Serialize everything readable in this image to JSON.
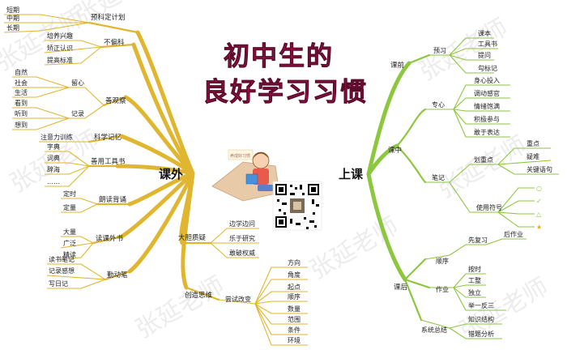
{
  "title": {
    "line1": "初中生的",
    "line2": "良好学习习惯"
  },
  "watermark": "张延老师",
  "illustration_caption": "养成好习惯",
  "left": {
    "center_label": "课外",
    "plan": {
      "label": "预科定计划",
      "items": [
        "短期",
        "中期",
        "长期"
      ]
    },
    "nopartial": {
      "label": "不偏科",
      "items": [
        "培养兴趣",
        "矫正认识",
        "提高标准"
      ]
    },
    "observe": {
      "label": "善观察",
      "sub1": {
        "label": "留心",
        "items": [
          "自然",
          "社会",
          "生活"
        ]
      },
      "sub2": {
        "label": "记录",
        "items": [
          "看到",
          "听到",
          "想到"
        ]
      }
    },
    "scimemory": {
      "label": "科学记忆",
      "items": [
        "注意力训练"
      ]
    },
    "tools": {
      "label": "善用工具书",
      "items": [
        "字典",
        "词典",
        "辞海",
        "……"
      ]
    },
    "recite": {
      "label": "朗读背诵",
      "items": [
        "定时",
        "定量"
      ]
    },
    "reading": {
      "label": "读课外书",
      "items": [
        "大量",
        "广泛",
        "精读"
      ]
    },
    "hands": {
      "label": "勤动笔",
      "items": [
        "读书笔记",
        "记录感想",
        "写日记"
      ]
    },
    "question": {
      "label": "大胆质疑",
      "items": [
        "边学边问",
        "乐于研究",
        "敢破权威"
      ]
    },
    "creative": {
      "label": "创造思维",
      "sub": {
        "label": "尝试改变",
        "items": [
          "方向",
          "角度",
          "起点",
          "顺序",
          "数量",
          "范围",
          "条件",
          "环境"
        ]
      }
    }
  },
  "right": {
    "center_label": "上课",
    "before": {
      "label": "课前",
      "sub": {
        "label": "预习",
        "items": [
          "课本",
          "工具书",
          "提问",
          "勾标记"
        ]
      }
    },
    "during": {
      "label": "课中",
      "focus": {
        "label": "专心",
        "items": [
          "身心投入",
          "调动感官",
          "情绪饱满",
          "积极参与",
          "敢于表达"
        ]
      },
      "notes": {
        "label": "笔记",
        "sub1": {
          "label": "划重点",
          "items": [
            "重点",
            "疑难",
            "关键语句"
          ]
        },
        "sub2": {
          "label": "使用符号",
          "items": [
            "○",
            "✓",
            "△",
            "★"
          ]
        }
      }
    },
    "after": {
      "label": "课后",
      "order": {
        "label": "顺序",
        "items": [
          "先复习",
          "后作业"
        ]
      },
      "homework": {
        "label": "作业",
        "items": [
          "按时",
          "工整",
          "独立",
          "举一反三"
        ]
      },
      "summary": {
        "label": "系统总结",
        "items": [
          "知识结构",
          "错题分析"
        ]
      }
    }
  }
}
